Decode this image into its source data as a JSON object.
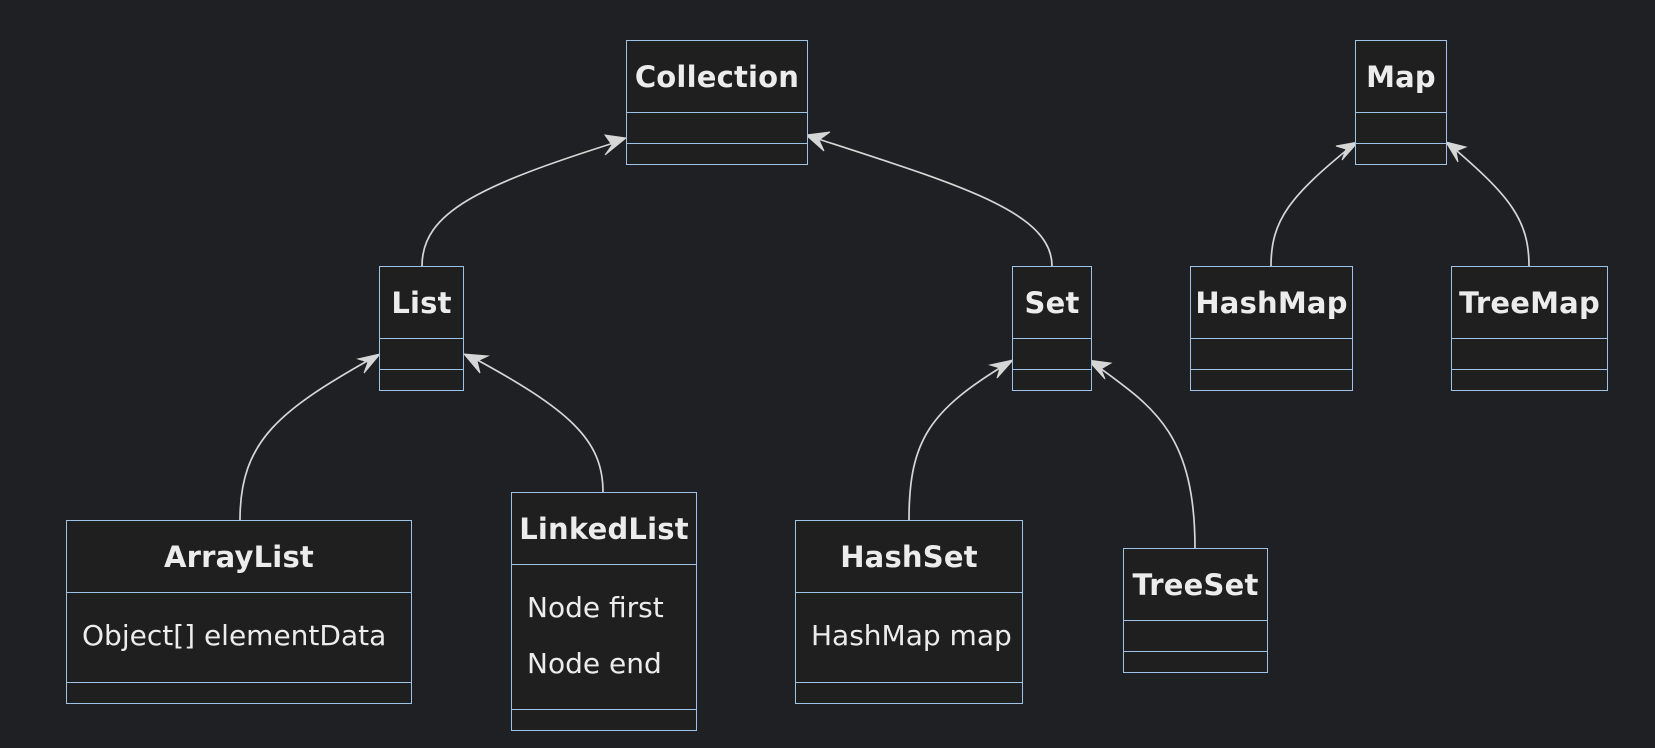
{
  "diagram": {
    "type": "uml-class",
    "classes": [
      {
        "id": "collection",
        "name": "Collection",
        "attributes": []
      },
      {
        "id": "map",
        "name": "Map",
        "attributes": []
      },
      {
        "id": "list",
        "name": "List",
        "attributes": []
      },
      {
        "id": "set",
        "name": "Set",
        "attributes": []
      },
      {
        "id": "hashmap",
        "name": "HashMap",
        "attributes": []
      },
      {
        "id": "treemap",
        "name": "TreeMap",
        "attributes": []
      },
      {
        "id": "arraylist",
        "name": "ArrayList",
        "attributes": [
          "Object[] elementData"
        ]
      },
      {
        "id": "linkedlist",
        "name": "LinkedList",
        "attributes": [
          "Node first",
          "Node end"
        ]
      },
      {
        "id": "hashset",
        "name": "HashSet",
        "attributes": [
          "HashMap map"
        ]
      },
      {
        "id": "treeset",
        "name": "TreeSet",
        "attributes": []
      }
    ],
    "relations": [
      {
        "from": "list",
        "to": "collection",
        "type": "inheritance"
      },
      {
        "from": "set",
        "to": "collection",
        "type": "inheritance"
      },
      {
        "from": "hashmap",
        "to": "map",
        "type": "inheritance"
      },
      {
        "from": "treemap",
        "to": "map",
        "type": "inheritance"
      },
      {
        "from": "arraylist",
        "to": "list",
        "type": "inheritance"
      },
      {
        "from": "linkedlist",
        "to": "list",
        "type": "inheritance"
      },
      {
        "from": "hashset",
        "to": "set",
        "type": "inheritance"
      },
      {
        "from": "treeset",
        "to": "set",
        "type": "inheritance"
      }
    ]
  },
  "colors": {
    "background": "#1f2023",
    "box_border": "#9ec3e8",
    "box_fill": "#1e1f1e",
    "text": "#ececec",
    "edge": "#d6d6d6"
  }
}
